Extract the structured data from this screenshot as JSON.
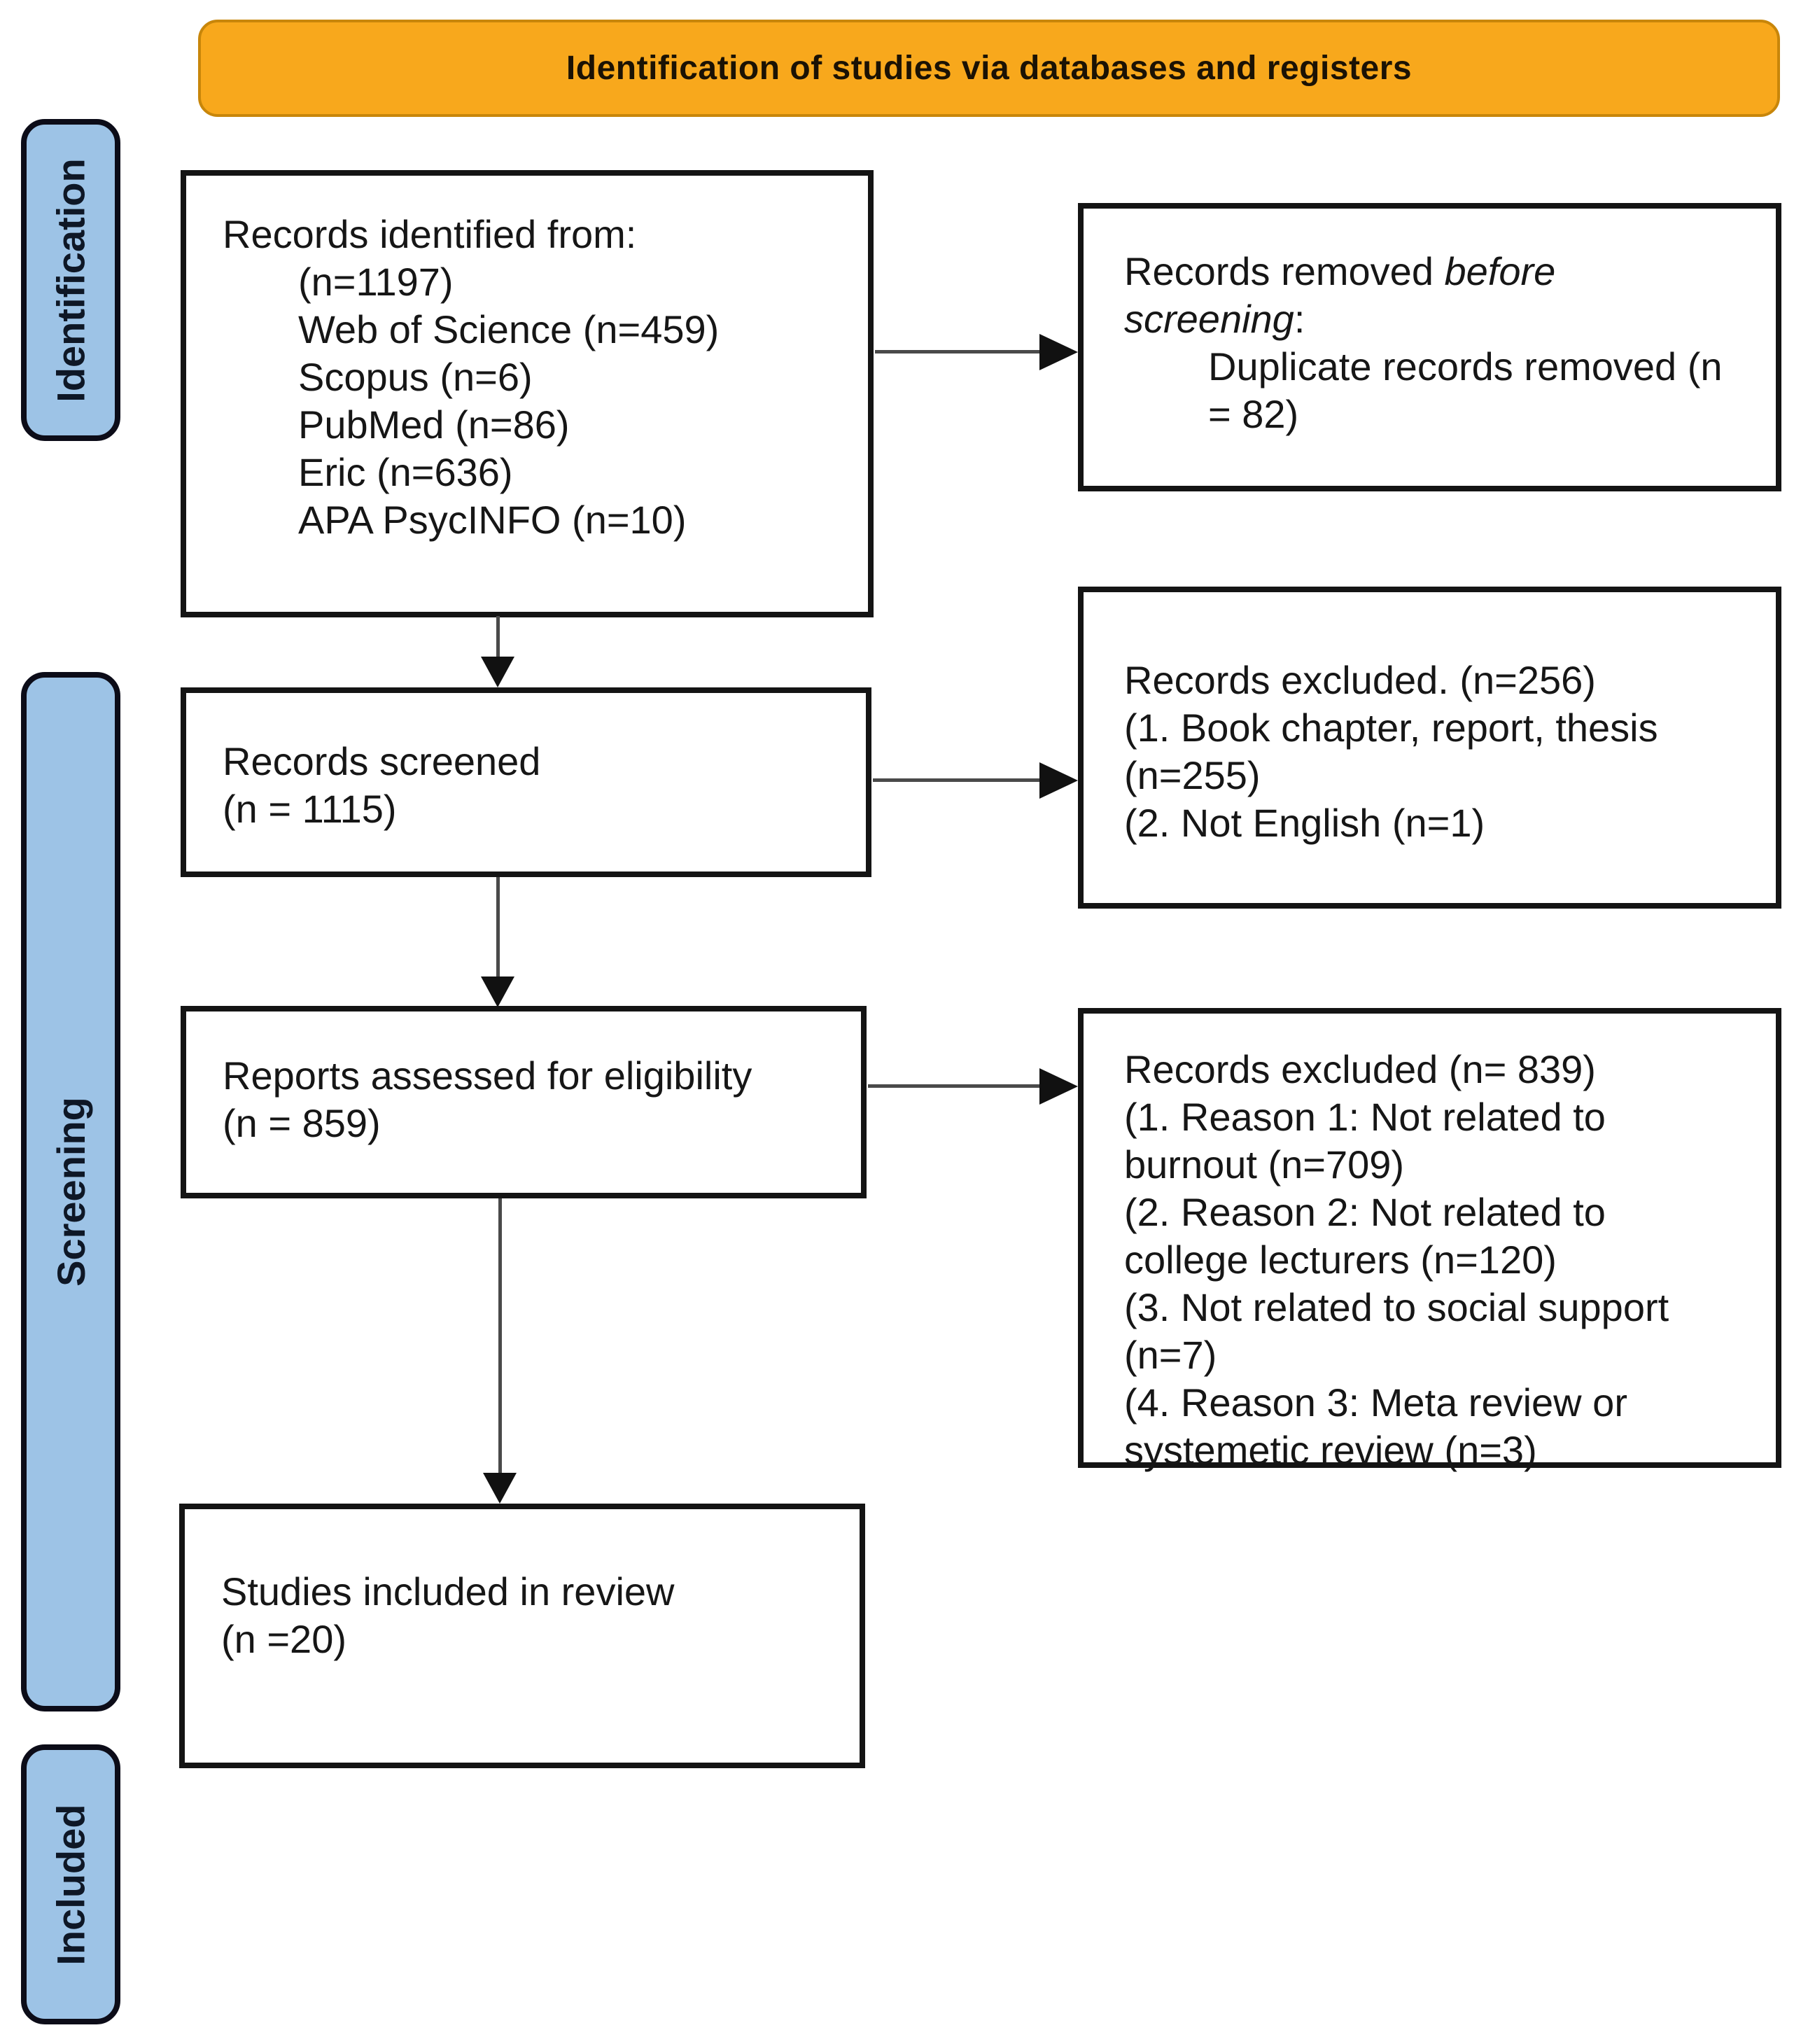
{
  "header": {
    "title": "Identification of studies via databases and registers"
  },
  "stages": [
    "Identification",
    "Screening",
    "Included"
  ],
  "flow": {
    "identified": {
      "lines": [
        "Records identified from:",
        "(n=1197)",
        "Web of Science (n=459)",
        "Scopus (n=6)",
        "PubMed (n=86)",
        "Eric (n=636)",
        "APA PsycINFO (n=10)"
      ]
    },
    "screened": {
      "lines": [
        "Records screened",
        "(n = 1115)"
      ]
    },
    "assessed": {
      "lines": [
        "Reports assessed for eligibility",
        "(n = 859)"
      ]
    },
    "included": {
      "lines": [
        "Studies included in review",
        "(n =20)"
      ]
    }
  },
  "exclusions": {
    "before_screening": {
      "line1_regular": "Records removed ",
      "line1_italic": "before",
      "line2_italic": "screening",
      "line2_suffix": ":",
      "detail_lines": [
        "Duplicate records removed (n",
        "= 82)"
      ]
    },
    "screening": {
      "lines": [
        "Records excluded. (n=256)",
        "(1. Book chapter, report, thesis",
        "(n=255)",
        "(2. Not English (n=1)"
      ]
    },
    "eligibility": {
      "lines": [
        "Records excluded (n= 839)",
        "(1. Reason 1: Not related to",
        "burnout (n=709)",
        "(2. Reason 2: Not related to",
        "college lecturers (n=120)",
        "(3. Not related to social support",
        "(n=7)",
        "(4. Reason 3: Meta review or",
        "systemetic review (n=3)"
      ]
    }
  },
  "colors": {
    "header_bg": "#F8A81C",
    "header_border": "#C8860A",
    "stage_bg": "#9DC3E6",
    "box_border": "#141414",
    "arrow_line": "#4A4A4A",
    "arrow_head": "#111111"
  }
}
